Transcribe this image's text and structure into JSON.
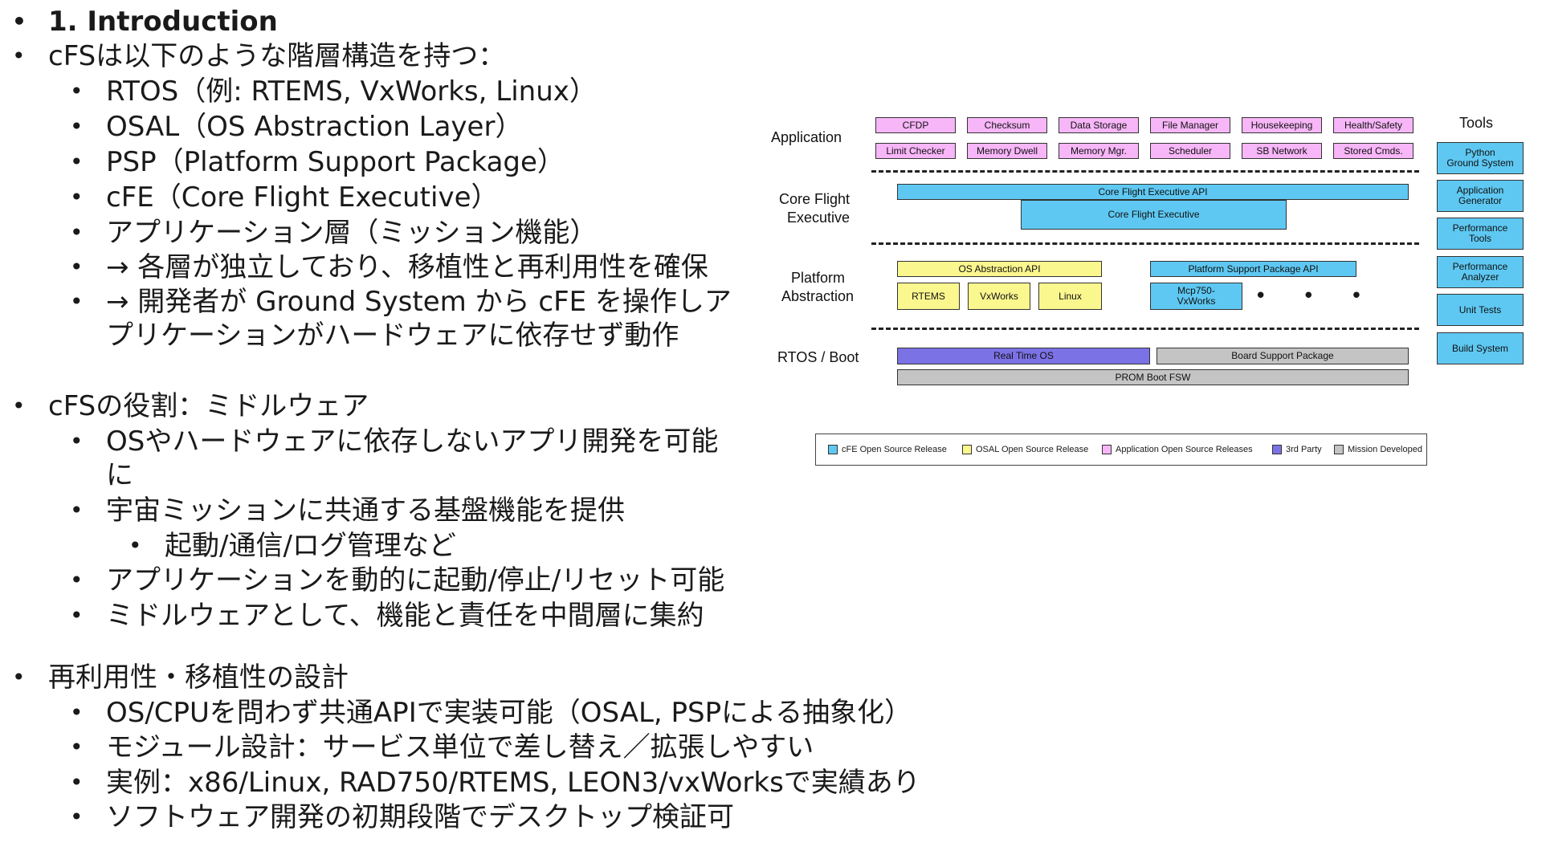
{
  "bullets": {
    "title": "1. Introduction",
    "items": [
      "cFSは以下のような階層構造を持つ：",
      "RTOS（例: RTEMS, VxWorks, Linux）",
      "OSAL（OS Abstraction Layer）",
      "PSP（Platform Support Package）",
      "cFE（Core Flight Executive）",
      "アプリケーション層（ミッション機能）",
      "→ 各層が独立しており、移植性と再利用性を確保",
      "→ 開発者が Ground System から cFE を操作しア",
      "プリケーションがハードウェアに依存せず動作",
      "cFSの役割：ミドルウェア",
      "OSやハードウェアに依存しないアプリ開発を可能",
      "に",
      "宇宙ミッションに共通する基盤機能を提供",
      "起動/通信/ログ管理など",
      "アプリケーションを動的に起動/停止/リセット可能",
      "ミドルウェアとして、機能と責任を中間層に集約",
      "再利用性・移植性の設計",
      "OS/CPUを問わず共通APIで実装可能（OSAL, PSPによる抽象化）",
      "モジュール設計：サービス単位で差し替え／拡張しやすい",
      "実例：x86/Linux, RAD750/RTEMS, LEON3/vxWorksで実績あり",
      "ソフトウェア開発の初期段階でデスクトップ検証可"
    ]
  },
  "diagram": {
    "layers": {
      "application": "Application",
      "cfe_line1": "Core Flight",
      "cfe_line2": "Executive",
      "platform_line1": "Platform",
      "platform_line2": "Abstraction",
      "rtos": "RTOS / Boot"
    },
    "apps_row1": [
      "CFDP",
      "Checksum",
      "Data Storage",
      "File Manager",
      "Housekeeping",
      "Health/Safety"
    ],
    "apps_row2": [
      "Limit Checker",
      "Memory Dwell",
      "Memory Mgr.",
      "Scheduler",
      "SB Network",
      "Stored Cmds."
    ],
    "cfe_api": "Core Flight Executive API",
    "cfe": "Core Flight Executive",
    "osal_api": "OS Abstraction API",
    "psp_api": "Platform Support Package API",
    "os_list": [
      "RTEMS",
      "VxWorks",
      "Linux"
    ],
    "psp_item_line1": "Mcp750-",
    "psp_item_line2": "VxWorks",
    "ellipsis": "• • •",
    "rtos_box": "Real Time OS",
    "bsp": "Board Support Package",
    "prom": "PROM Boot FSW",
    "tools_title": "Tools",
    "tools": [
      [
        "Python",
        "Ground System"
      ],
      [
        "Application",
        "Generator"
      ],
      [
        "Performance",
        "Tools"
      ],
      [
        "Performance",
        "Analyzer"
      ],
      [
        "Unit Tests",
        ""
      ],
      [
        "Build System",
        ""
      ]
    ],
    "legend": [
      {
        "label": "cFE Open Source Release",
        "color": "#5ec8f2"
      },
      {
        "label": "OSAL Open Source Release",
        "color": "#fbf78f"
      },
      {
        "label": "Application Open Source Releases",
        "color": "#f7b6f7"
      },
      {
        "label": "3rd Party",
        "color": "#7b72e6"
      },
      {
        "label": "Mission Developed",
        "color": "#c4c4c4"
      }
    ]
  }
}
